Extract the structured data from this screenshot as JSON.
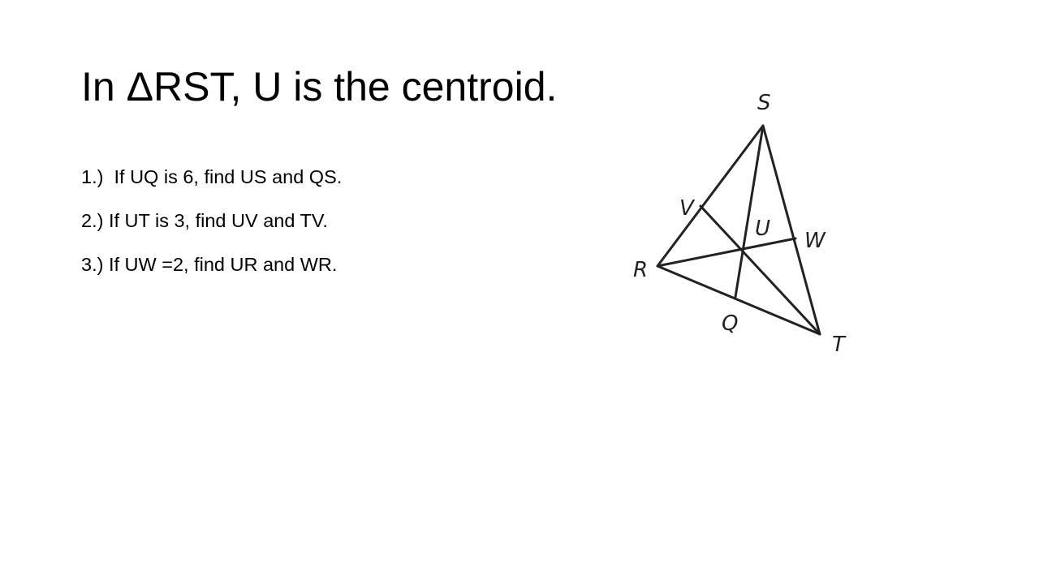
{
  "slide": {
    "title": "In ΔRST, U is the centroid.",
    "questions": [
      "1.)  If UQ is 6, find US and QS.",
      "2.) If UT is 3, find UV and TV.",
      "3.) If UW =2, find UR and WR."
    ]
  },
  "figure": {
    "labels": {
      "S": "S",
      "V": "V",
      "U": "U",
      "W": "W",
      "R": "R",
      "Q": "Q",
      "T": "T"
    },
    "line_color": "#222222"
  }
}
